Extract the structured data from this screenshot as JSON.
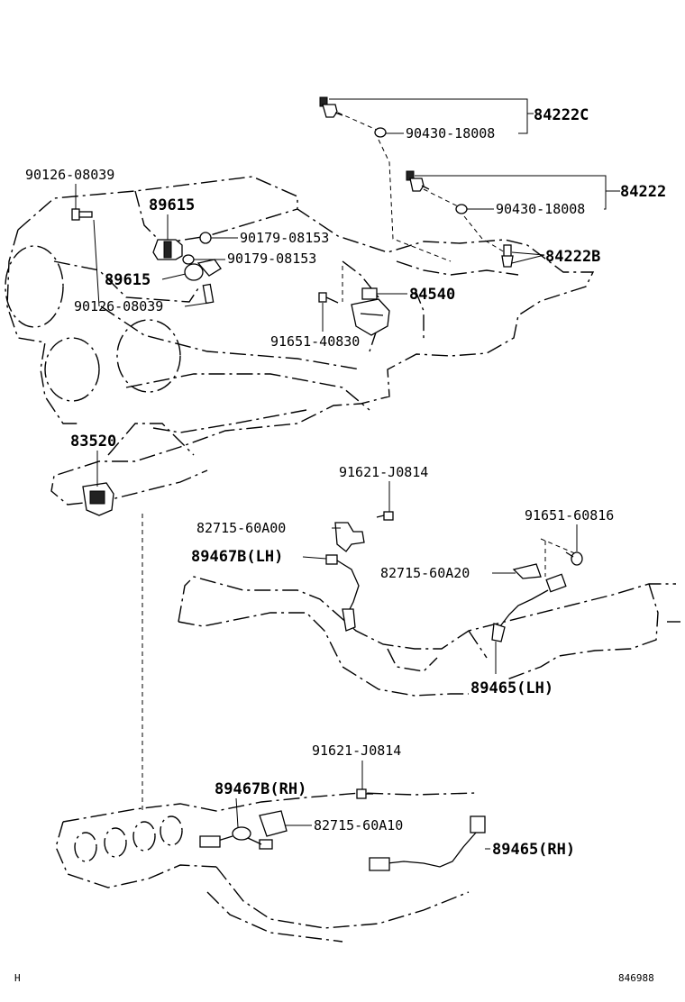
{
  "labels": {
    "p84222C": "84222C",
    "p90430a": "90430-18008",
    "p84222": "84222",
    "p90430b": "90430-18008",
    "p84222B": "84222B",
    "p90126a": "90126-08039",
    "p89615a": "89615",
    "p90179a": "90179-08153",
    "p90179b": "90179-08153",
    "p89615b": "89615",
    "p84540": "84540",
    "p90126b": "90126-08039",
    "p91651a": "91651-40830",
    "p83520": "83520",
    "p91621a": "91621-J0814",
    "p82715a": "82715-60A00",
    "p91651b": "91651-60816",
    "p89467lh": "89467B(LH)",
    "p82715b": "82715-60A20",
    "p89465lh": "89465(LH)",
    "p91621b": "91621-J0814",
    "p89467rh": "89467B(RH)",
    "p82715c": "82715-60A10",
    "p89465rh": "89465(RH)"
  },
  "footer": {
    "left_code": "H",
    "right_code": "846988"
  },
  "icons": [
    "sensor-icon",
    "bolt-icon",
    "gasket-icon",
    "bracket-icon",
    "connector-icon"
  ]
}
